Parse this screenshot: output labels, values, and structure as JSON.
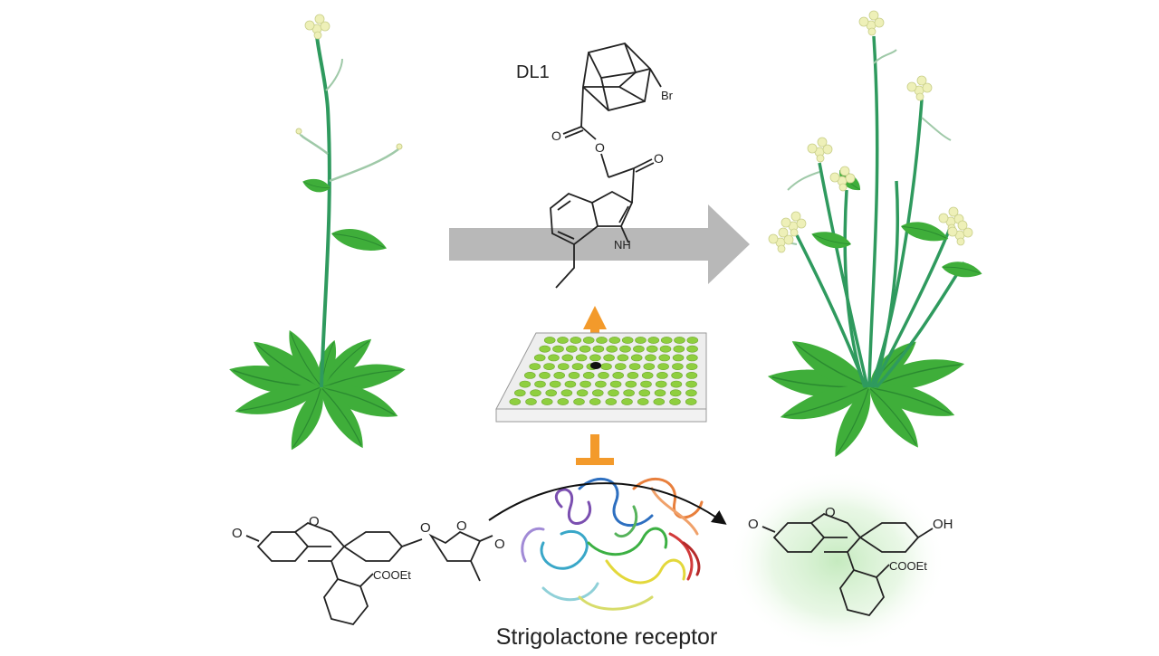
{
  "compound": {
    "name": "DL1",
    "labels": {
      "bromine": "Br",
      "carbonyl_oxygen": "O",
      "ester_oxygen": "O",
      "ketone_oxygen": "O",
      "indole_nh": "NH"
    }
  },
  "probe": {
    "labels": {
      "xanthene_oxygen_left": "O",
      "ring_oxygen": "O",
      "ether_oxygen": "O",
      "lactone_ring_oxygen": "O",
      "lactone_carbonyl": "O",
      "ester": "COOEt"
    }
  },
  "product": {
    "labels": {
      "xanthene_oxygen_left": "O",
      "ring_oxygen": "O",
      "hydroxyl": "OH",
      "ester": "COOEt"
    }
  },
  "receptor": {
    "label": "Strigolactone receptor"
  },
  "colors": {
    "leaf": "#3fae3a",
    "stem": "#2f9a5e",
    "flower": "#eef0b8",
    "arrow": "#b8b8b8",
    "orange": "#f39a2b",
    "well": "#8fcf3f",
    "glow": "#bfe8b8"
  }
}
